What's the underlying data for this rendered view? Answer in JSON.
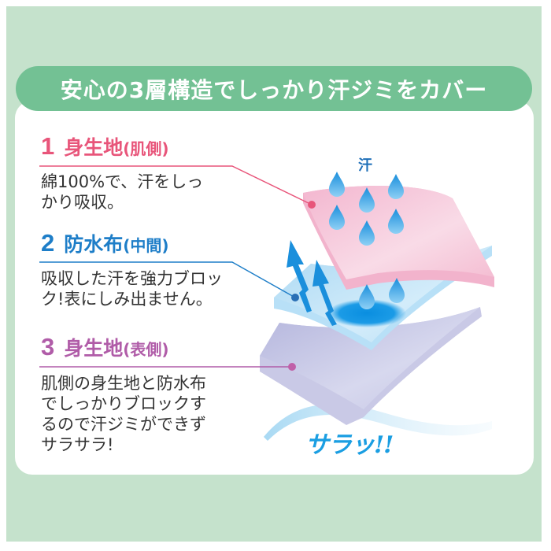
{
  "header": {
    "title": "安心の3層構造でしっかり汗ジミをカバー"
  },
  "colors": {
    "background": "#c5e2cc",
    "header_bg": "#73c194",
    "layer1": "#e8557a",
    "layer2": "#1e7ec8",
    "layer3": "#b05ca8",
    "body_text": "#333333",
    "accent_blue": "#1a9ee2"
  },
  "sections": [
    {
      "number": "1",
      "title": "身生地",
      "subtitle": "(肌側)",
      "body": "綿100%で、汗をしっ\nかり吸収。"
    },
    {
      "number": "2",
      "title": "防水布",
      "subtitle": "(中間)",
      "body": "吸収した汗を強力ブロッ\nク!表にしみ出ません。"
    },
    {
      "number": "3",
      "title": "身生地",
      "subtitle": "(表側)",
      "body": "肌側の身生地と防水布\nでしっかりブロックす\nるので汗ジミができず\nサラサラ!"
    }
  ],
  "illustration": {
    "sweat_label": "汗",
    "tagline": "サラッ!!",
    "icons": [
      "water-drop-icon",
      "up-arrow-icon",
      "layer-diagram"
    ]
  }
}
